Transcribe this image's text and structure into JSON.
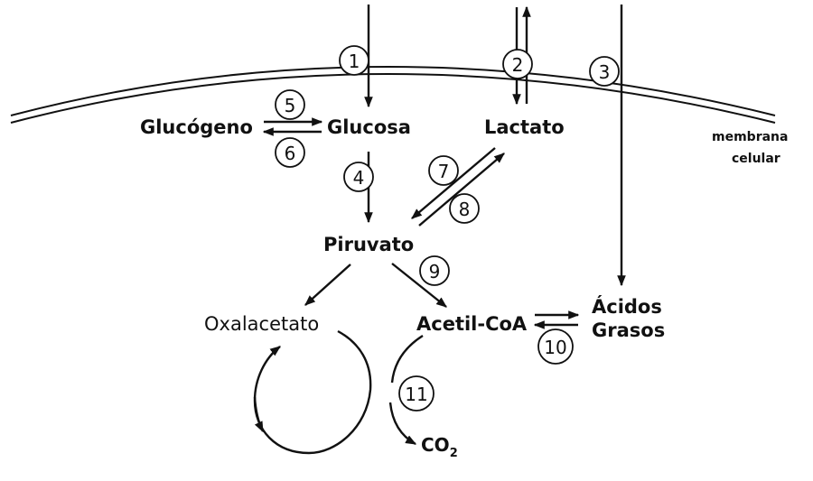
{
  "labels": {
    "glucogeno": "Glucógeno",
    "glucosa": "Glucosa",
    "lactato": "Lactato",
    "piruvato": "Piruvato",
    "oxalacetato": "Oxalacetato",
    "acetil_coa": "Acetil-CoA",
    "acidos": "Ácidos",
    "grasos": "Grasos",
    "membrana": "membrana",
    "celular": "celular",
    "co2_main": "CO",
    "co2_sub": "2"
  },
  "steps": [
    "1",
    "2",
    "3",
    "4",
    "5",
    "6",
    "7",
    "8",
    "9",
    "10",
    "11"
  ],
  "colors": {
    "ink": "#111111",
    "background": "#ffffff"
  }
}
